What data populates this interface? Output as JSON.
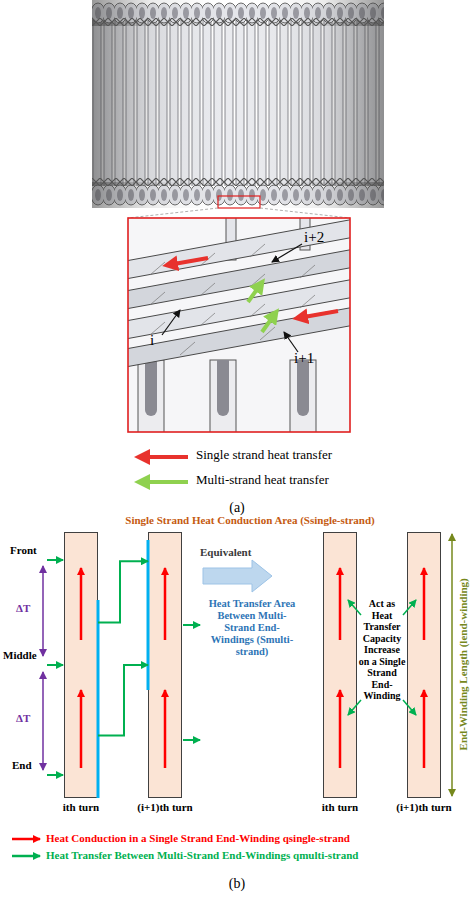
{
  "diagram": {
    "nodes": [
      {
        "text": [
          "ith turn"
        ]
      },
      {
        "text": [
          "(i+1)th turn"
        ]
      },
      {
        "text": [
          "ith turn"
        ]
      },
      {
        "text": [
          "(i+1)th turn"
        ]
      }
    ],
    "edges": [
      {
        "from": 0,
        "to": 1,
        "arrow": "to"
      },
      {
        "from": 0,
        "to": 1,
        "arrow": "to"
      }
    ],
    "labels": [
      "i",
      "i+1",
      "i+2",
      "(a)",
      "Single Strand Heat Conduction Area (Ssingle-strand)",
      "Front",
      "ΔT",
      "Middle",
      "ΔT",
      "End",
      "Equivalent",
      "Heat Transfer Area Between Multi-Strand End-Windings (Smulti-strand)",
      "Act as Heat Transfer Capacity Increase on a Single Strand End-Winding",
      "End-Winding Length (lend-winding)",
      "(b)"
    ],
    "legend": [
      {
        "text": "Single strand heat transfer"
      },
      {
        "text": "Multi-strand heat transfer"
      },
      {
        "text": "Heat Conduction in a Single Strand End-Winding qsingle-strand"
      },
      {
        "text": "Heat Transfer Between Multi-Strand End-Windings qmulti-strand"
      }
    ]
  }
}
